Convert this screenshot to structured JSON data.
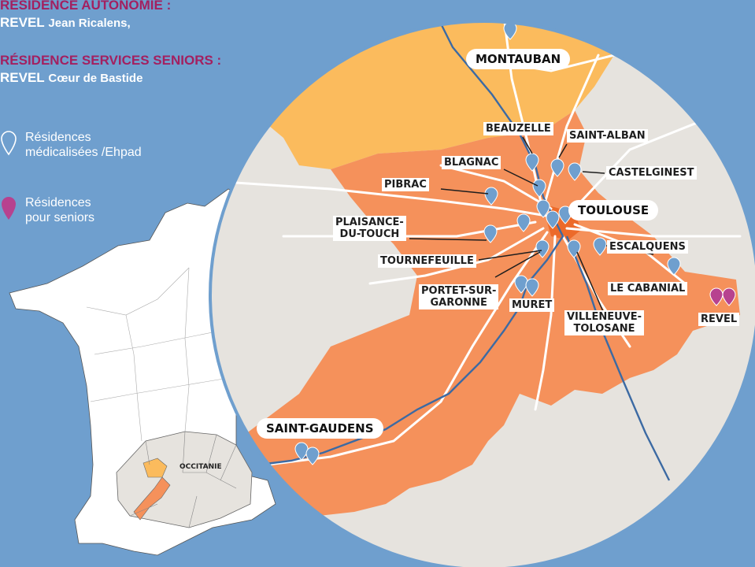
{
  "header": {
    "autonomie_kicker": "RÉSIDENCE AUTONOMIE :",
    "autonomie_town": "REVEL",
    "autonomie_name": "Jean Ricalens,",
    "services_kicker": "RÉSIDENCE SERVICES SENIORS :",
    "services_town": "REVEL",
    "services_name": "Cœur de Bastide"
  },
  "legend": [
    {
      "line1": "Résidences",
      "line2": "médicalisées /Ehpad",
      "icon": "pin-outline-icon"
    },
    {
      "line1": "Résidences",
      "line2": "pour seniors",
      "icon": "pin-magenta-icon"
    }
  ],
  "cities": {
    "montauban": "MONTAUBAN",
    "toulouse": "TOULOUSE",
    "saint_gaudens": "SAINT-GAUDENS",
    "beauzelle": "BEAUZELLE",
    "saint_alban": "SAINT-ALBAN",
    "blagnac": "BLAGNAC",
    "castelginest": "CASTELGINEST",
    "pibrac": "PIBRAC",
    "plaisance_1": "PLAISANCE-",
    "plaisance_2": "DU-TOUCH",
    "escalquens": "ESCALQUENS",
    "tournefeuille": "TOURNEFEUILLE",
    "portet_1": "PORTET-SUR-",
    "portet_2": "GARONNE",
    "le_cabanial": "LE CABANIAL",
    "muret": "MURET",
    "villeneuve_1": "VILLENEUVE-",
    "villeneuve_2": "TOLOSANE",
    "revel": "REVEL"
  },
  "inset": {
    "region_label": "OCCITANIE"
  },
  "colors": {
    "background": "#6f9fce",
    "region_orange": "#f5915b",
    "tarn_et_garonne": "#fbbb5d",
    "toulouse": "#ec6a2a",
    "land_grey": "#e6e3de",
    "pin_blue": "#6f9fce",
    "pin_magenta": "#b7428f",
    "kicker": "#a32060"
  }
}
